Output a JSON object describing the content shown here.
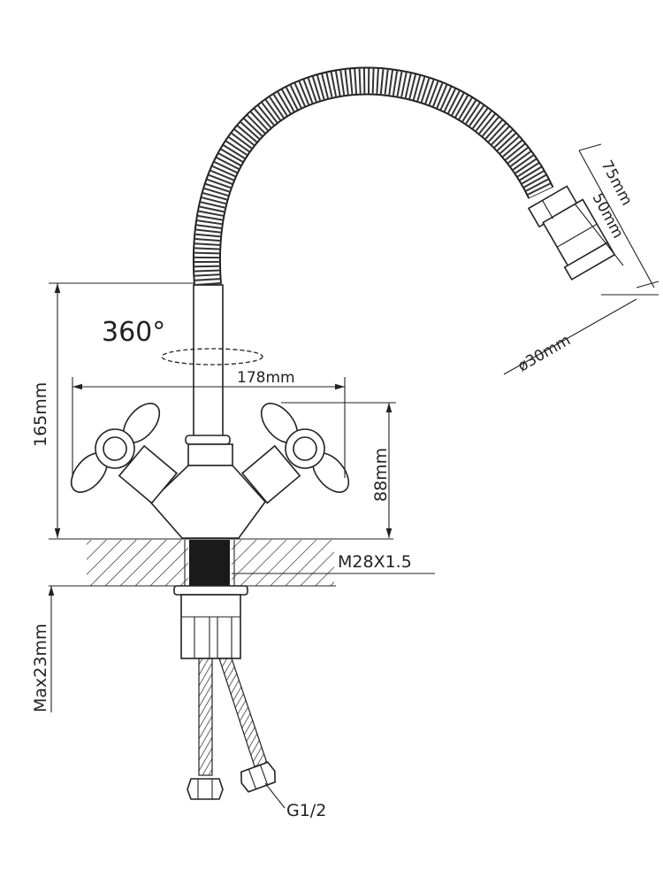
{
  "labels": {
    "rotation": "360°",
    "width": "178mm",
    "height_total": "165mm",
    "height_body": "88mm",
    "thread": "M28X1.5",
    "max_thickness": "Max23mm",
    "connector": "G1/2",
    "head_length": "75mm",
    "head_segment": "50mm",
    "head_diameter": "ø30mm"
  },
  "colors": {
    "line": "#222222",
    "background": "#ffffff"
  }
}
